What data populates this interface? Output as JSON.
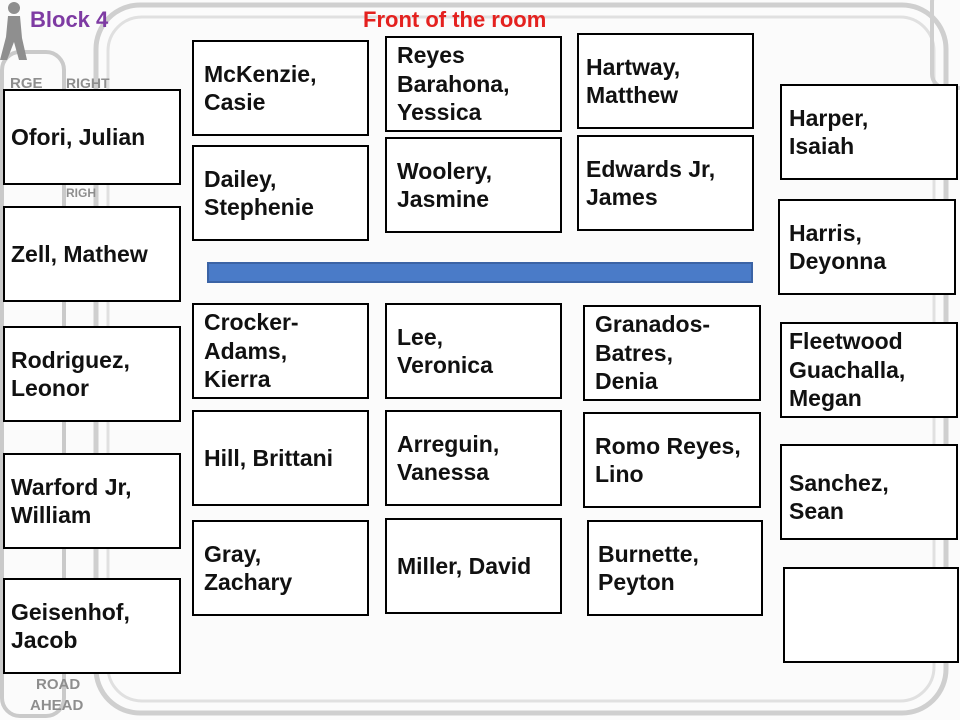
{
  "header": {
    "block_label": "Block 4",
    "front_label": "Front of the room"
  },
  "colors": {
    "block_label": "#7E3BA3",
    "front_label": "#E4211F",
    "divider_bar": "#4A7BC8",
    "box_border": "#000000"
  },
  "background": {
    "sign_text": [
      "RGE",
      "RIGHT",
      "RIGH",
      "ROAD",
      "AHEAD"
    ]
  },
  "seats": {
    "left_wall": [
      {
        "lines": [
          "Ofori, Julian"
        ]
      },
      {
        "lines": [
          "Zell, Mathew"
        ]
      },
      {
        "lines": [
          "Rodriguez,",
          "Leonor"
        ]
      },
      {
        "lines": [
          "Warford Jr,",
          "William"
        ]
      },
      {
        "lines": [
          "Geisenhof,",
          "Jacob"
        ]
      }
    ],
    "column_2": [
      {
        "lines": [
          "McKenzie,",
          "Casie"
        ]
      },
      {
        "lines": [
          "Dailey,",
          "Stephenie"
        ]
      },
      {
        "lines": [
          "Crocker-",
          "Adams,",
          "Kierra"
        ]
      },
      {
        "lines": [
          "Hill, Brittani"
        ]
      },
      {
        "lines": [
          "Gray,",
          "Zachary"
        ]
      }
    ],
    "column_3": [
      {
        "lines": [
          "Reyes",
          "Barahona,",
          "Yessica"
        ]
      },
      {
        "lines": [
          "Woolery,",
          "Jasmine"
        ]
      },
      {
        "lines": [
          "Lee,",
          "Veronica"
        ]
      },
      {
        "lines": [
          "Arreguin,",
          "Vanessa"
        ]
      },
      {
        "lines": [
          "Miller, David"
        ]
      }
    ],
    "column_4": [
      {
        "lines": [
          "Hartway,",
          "Matthew"
        ]
      },
      {
        "lines": [
          "Edwards Jr,",
          "James"
        ]
      },
      {
        "lines": [
          "Granados-",
          "Batres,",
          "Denia"
        ]
      },
      {
        "lines": [
          "Romo Reyes,",
          "Lino"
        ]
      },
      {
        "lines": [
          "Burnette,",
          "Peyton"
        ]
      }
    ],
    "right_wall": [
      {
        "lines": [
          "Harper,",
          "Isaiah"
        ]
      },
      {
        "lines": [
          "Harris,",
          "Deyonna"
        ]
      },
      {
        "lines": [
          "Fleetwood",
          "Guachalla,",
          "Megan"
        ]
      },
      {
        "lines": [
          "Sanchez,",
          "Sean"
        ]
      },
      {
        "lines": []
      }
    ]
  }
}
